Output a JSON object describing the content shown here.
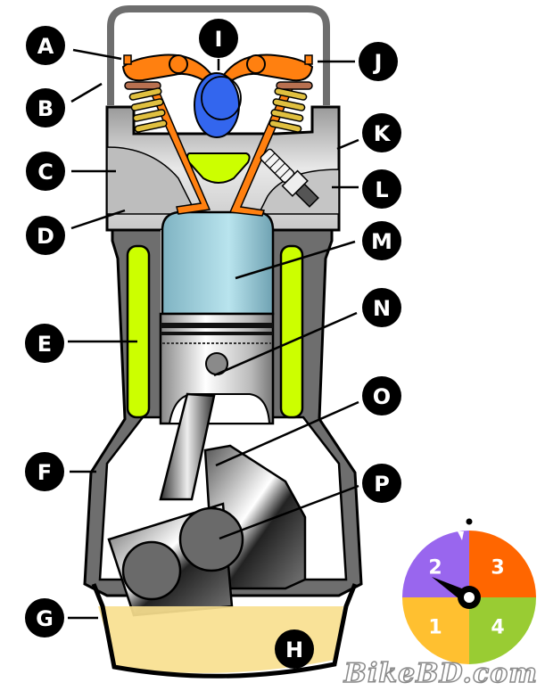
{
  "diagram": {
    "title": "Four-stroke engine cross-section",
    "labels": [
      {
        "id": "A",
        "text": "A"
      },
      {
        "id": "B",
        "text": "B"
      },
      {
        "id": "C",
        "text": "C"
      },
      {
        "id": "D",
        "text": "D"
      },
      {
        "id": "E",
        "text": "E"
      },
      {
        "id": "F",
        "text": "F"
      },
      {
        "id": "G",
        "text": "G"
      },
      {
        "id": "H",
        "text": "H"
      },
      {
        "id": "I",
        "text": "I"
      },
      {
        "id": "J",
        "text": "J"
      },
      {
        "id": "K",
        "text": "K"
      },
      {
        "id": "L",
        "text": "L"
      },
      {
        "id": "M",
        "text": "M"
      },
      {
        "id": "N",
        "text": "N"
      },
      {
        "id": "O",
        "text": "O"
      },
      {
        "id": "P",
        "text": "P"
      }
    ],
    "stroke_dial": {
      "segments": [
        {
          "num": "2",
          "color": "#9966ee"
        },
        {
          "num": "3",
          "color": "#ff6600"
        },
        {
          "num": "1",
          "color": "#ffc030"
        },
        {
          "num": "4",
          "color": "#99cc33"
        }
      ],
      "current_stroke": "2"
    },
    "colors": {
      "rocker": "#ff8010",
      "cam": "#3366ee",
      "coolant": "#ccff00",
      "spring": "#e0c040",
      "piston_top": "#a8d8e4",
      "oil": "#f9df8f",
      "block": "#6e6e6e",
      "head": "#d0d0d0"
    }
  },
  "watermark": "BikeBD.com"
}
